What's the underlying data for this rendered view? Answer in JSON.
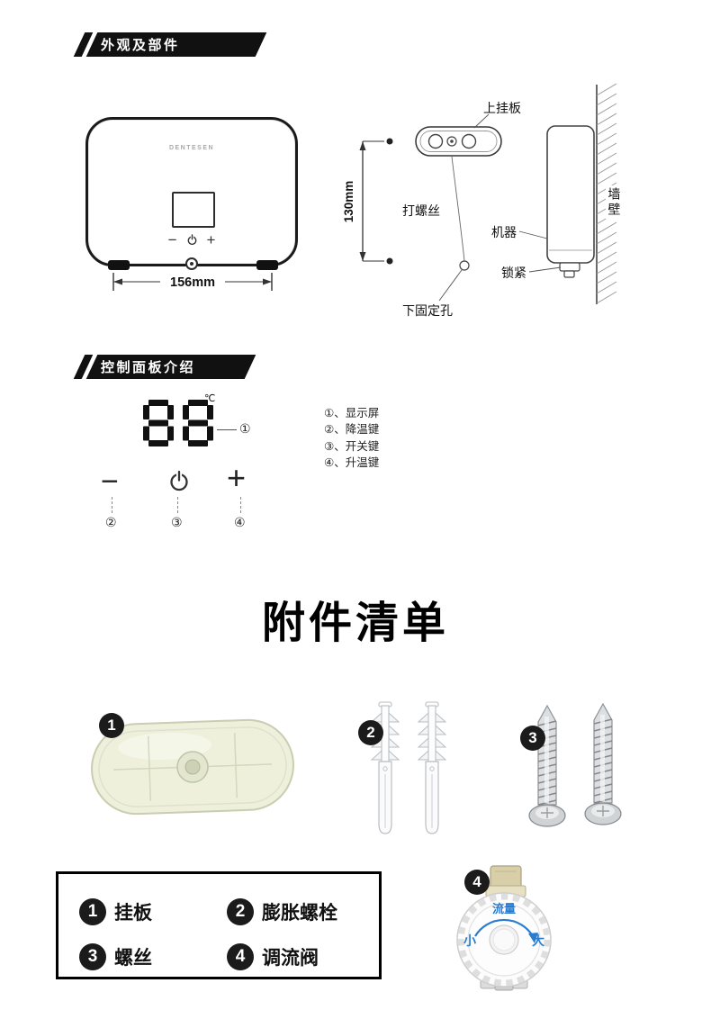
{
  "appearance": {
    "title": "外观及部件",
    "device": {
      "brand": "DENTESEN",
      "minus": "−",
      "plus": "+",
      "width_label": "156mm"
    },
    "install": {
      "height_label": "130mm",
      "upper_plate": "上挂板",
      "screws": "打螺丝",
      "machine": "机器",
      "wall": "墙壁",
      "lock": "锁紧",
      "lower_hole": "下固定孔"
    }
  },
  "control": {
    "title": "控制面板介绍",
    "display_value": "88",
    "unit": "℃",
    "display_callout": "①",
    "legend": [
      "①、显示屏",
      "②、降温键",
      "③、开关键",
      "④、升温键"
    ],
    "minus": "−",
    "plus": "+",
    "callouts": [
      "②",
      "③",
      "④"
    ]
  },
  "accessories": {
    "title": "附件清单",
    "items": [
      {
        "num": "1",
        "label": "挂板"
      },
      {
        "num": "2",
        "label": "膨胀螺栓"
      },
      {
        "num": "3",
        "label": "螺丝"
      },
      {
        "num": "4",
        "label": "调流阀"
      }
    ],
    "valve": {
      "flow": "流量",
      "min": "小",
      "max": "大"
    }
  },
  "colors": {
    "banner": "#111111",
    "accent_blue": "#2a7cd0",
    "plate": "#eef0dc"
  }
}
